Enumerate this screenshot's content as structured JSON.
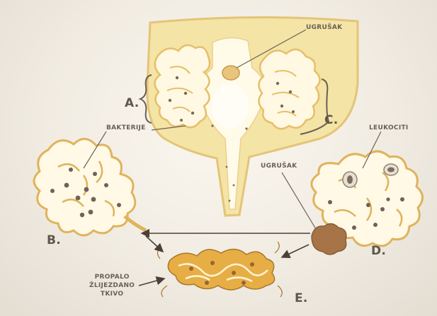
{
  "labels": {
    "clot_top": "UGRUŠAK",
    "clot_mid": "UGRUŠAK",
    "bacteria": "BAKTERIJE",
    "leukocytes": "LEUKOCITI",
    "dead_tissue_line1": "PROPALO",
    "dead_tissue_line2": "ŽLIJEZDANO",
    "dead_tissue_line3": "TKIVO"
  },
  "letters": {
    "a": "A.",
    "b": "B.",
    "c": "C.",
    "d": "D.",
    "e": "E."
  },
  "colors": {
    "background": "#f1ece2",
    "gland_fill": "#f3e3a8",
    "gland_outline": "#e2b864",
    "lumen": "#fffbea",
    "bacteria_dot": "#6f6258",
    "clot": "#b88a55",
    "dead_tissue": "#e0a43a",
    "arrow": "#4b4038"
  }
}
